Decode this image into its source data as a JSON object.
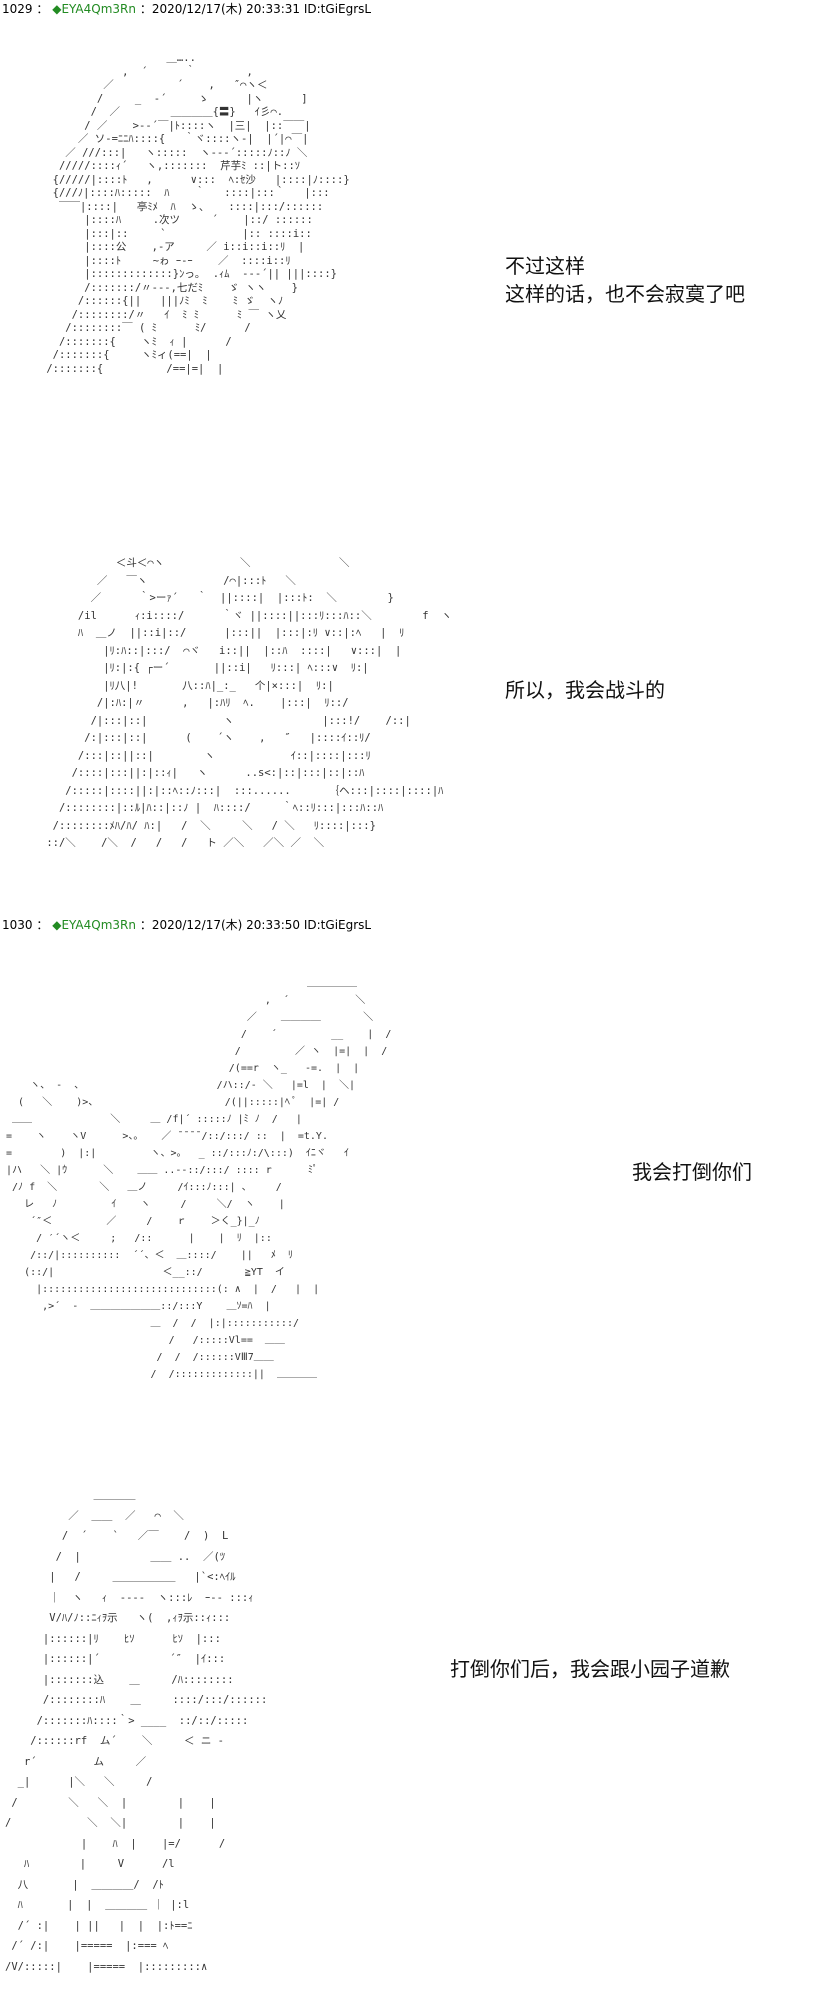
{
  "posts": [
    {
      "number": "1029",
      "separator": "：",
      "name": "◆EYA4Qm3Rn",
      "datetime": "：2020/12/17(木) 20:33:31 ID:tGiEgrsL",
      "panels": [
        {
          "caption_lines": [
            "不过这样",
            "这样的话，也不会寂寞了吧"
          ]
        },
        {
          "caption_lines": [
            "所以，我会战斗的"
          ]
        }
      ]
    },
    {
      "number": "1030",
      "separator": "：",
      "name": "◆EYA4Qm3Rn",
      "datetime": "：2020/12/17(木) 20:33:50 ID:tGiEgrsL",
      "panels": [
        {
          "caption_lines": [
            "我会打倒你们"
          ]
        },
        {
          "caption_lines": [
            "打倒你们后，我会跟小园子道歉"
          ]
        }
      ]
    }
  ],
  "ascii_art": {
    "panel1": "                    ＿…..\n             ,  ´      ｀        ,\n          ／          ´    ,   ″⌒ヽ＜\n         /     _  -´     ゝ      |ヽ      ]\n        /  ／        ＿＿＿＿{〓}   ｲ彡⌒.\n       / ／    >--´￣|ﾄ::::ヽ  |三|  |::￣￣|\n      ／ ソ-=ﾆﾆﾊ::::{   ｀ヾ::::ヽ-|  |´|⌒￣|\n    ／ ///:::|   ヽ:::::  ヽ---´:::::ﾉ::ﾉ ＼\n   /////::::ｨ´   ヽ,:::::::  芹芋ﾐ ::|ト::ｿ\n  {/////|::::ﾄ   ,      ∨:::  ﾍ:ｾ沙   |::::|ﾉ::::}\n  {///ﾉ|::::ﾊ:::::  ﾊ    ｀   ::::|:::｀   |:::\n   ￣￣|::::|   亭ﾐﾒ  ﾊ  ゝ、   ::::|:::/::::::\n       |::::ﾊ     .次ツ     ´    |::/ ::::::\n       |:::|::     `            |:: ::::i::\n       |::::公    ,-ア     ／ i::i::i::ﾘ  |\n       |::::ﾄ     ~ゎ ｰ-ｰ    ／  ::::i::ﾘ\n       |:::::::::::::}ﾝっ｡  .ｨﾑ  ---´|| |||::::}\n       /:::::::/〃---,七だﾐ    ゞ ヽヽ    }\n      /::::::{||   |||ﾉﾐ  ﾐ    ﾐ ゞ  ヽﾉ\n     /::::::::/〃   ｲ  ﾐ ﾐ      ﾐ ￣ ヽ乂\n    /::::::::￣ ( ﾐ      ﾐ/      /\n   /:::::::{    ヽﾐ  ｨ |      /\n  /:::::::{     ヽﾐィ(==|  |\n /:::::::{          /==|=|  |",
    "panel2": "            ＜斗＜⌒ヽ            ＼              ＼\n         ／   ￣ヽ            /⌒|:::ﾄ   ＼\n        ／      ｀>ーｧ´   ｀  ||::::|  |:::ﾄ:  ＼        }\n      /il      ｨ:i::::/      ｀ヾ ||::::||:::ﾘ:::ﾊ::＼        f  ヽ\n      ﾊ  ＿ノ  ||::i|::/      |:::||  |:::|:ﾘ ∨::|:ﾍ   |  ﾘ\n          |ﾘ:ﾊ::|:::/  ⌒ヾ   i::||  |::ﾊ  ::::|   ∨:::|  |\n          |ﾘ:|:{ ┌ー´       ||::i|   ﾘ:::| ﾍ:::∨  ﾘ:|\n          |ﾘ八|!       八::ﾊ|_:_   个|×:::|  ﾘ:|\n         /|:ﾊ:|〃      ,   |:ﾊﾘ  ﾍ.    |:::|  ﾘ::/\n        /|:::|::|            ヽ              |:::!/    /::|\n       /:|:::|::|      (    ´ヽ    ,   ″   |::::ｲ::ﾘ/\n      /:::|::||::|        ヽ            ｲ::|::::|:::ﾘ\n     /::::|:::||:|::ｨ|   ヽ      ..s<:|::|:::|::|::ﾊ\n    /:::::|::::||:|::ﾍ::ﾉ:::|  :::......      ｛ヘ:::|::::|::::|ﾊ\n   /::::::::|::ﾙ|ﾊ::|::ﾉ |  ﾊ::::/     ｀ﾍ::ﾘ:::|:::ﾊ::ﾊ\n  /::::::::ﾒﾊ/ﾊ/ ﾊ:|   /  ＼     ＼   / ＼   ﾘ::::|:::}\n ::/＼    /＼  /   /   /   ト ／＼   ／＼ ／  ＼",
    "panel3": "                                                   ＿＿＿＿＿\n                                            ,  ´           ＼\n                                         ／    ＿＿＿＿       ＼\n                                        /    ´         __    |  /\n                                       /         ／ ヽ  |=|  |  /\n                                      /(==r  ヽ_   -=.  |  |\n     ヽ、 -  、                      /ハ::/- ＼   |=l  |  ＼|\n   (   ＼    )>、                     /(||:::::|ﾍ ﾟ  |=| /\n  ＿＿             ＼     ＿ /f|´ :::::ﾉ |ﾐ ﾉ  /   |\n =    ヽ    ヽV      >、。   ／ ̄ ̄ ̄ ̄ /::/:::/ ::  |  =t.Y.\n =        )  |:|         ヽ、>。  _ ::/:::ﾉ:/\\:::)  ｲﾆヾ   ｲ\n |ハ   ＼ |ｳ      ＼    ＿＿ ..--::/:::/ :::: r      ﾐﾟ\n  /ﾉ f  ＼       ＼   ＿ノ     /ｲ:::ﾉ:::| 、    /\n    レ   ﾉ         ｲ    ヽ     /     ＼/  ヽ    |\n     ´″＜         ／     /    ｒ    ＞く_}|_ﾉ\n      / ′´ヽ＜     ;   /::      |    |  ﾘ  |::\n     /::/|::::::::::  ´´、＜  ＿::::/    ||   ﾒ  ﾘ\n    (::/|                  ＜__::/       ≧YT  イ\n      |:::::::::::::::::::::::::::::(: ∧  |  /   |  |\n       ,>´  -  ＿＿＿＿＿＿＿::/:::Y    ＿ｿ=ﾊ  |\n                         ＿  /  /  |:|:::::::::::/\n                            /   /:::::Vl==  ＿＿\n                          /  /  /::::::VⅢ7＿＿\n                         /  /:::::::::::::||  ＿＿＿＿",
    "panel4": "              ＿＿＿＿\n          ／  ＿＿  ／   ⌒  ＼\n         /  ´    `   ／￣    /  )  L\n        /  |           ＿＿ ..  ／(ﾂ\n       |   /     ＿＿＿＿＿＿   |`<:ﾍｲﾙ\n       ｜  ヽ   ｨ  ----  ヽ:::ﾚ  ｰ-- :::ｨ\n       V/ﾊ/ﾉ::ﾆｨｦ示   ヽ(  ,ｨｦ示::ｨ:::\n      |::::::|ﾘ    ﾋｿ      ﾋｿ  |:::\n      |::::::|´           ´″  |ｲ:::\n      |:::::::込    ＿     /ﾊ::::::::\n      /::::::::ﾊ    ＿     ::::/:::/::::::\n     /:::::::ﾊ::::｀> ____  ::/::/:::::\n    /::::::rf  ム´    ＼     ＜ ニ -\n   r´         ム     ／\n  _|      |＼   ＼     /\n /        ＼   ＼  |        |    |\n/            ＼  ＼|        |    |\n            |    ﾊ  |    |=/      /\n   ﾊ        |     V      /l\n  八       |  ＿＿＿＿/  /ﾄ\n  ﾊ       |  |  ＿＿＿＿ ｜ |:l\n  /´ :|    | ||   |  |  |:ﾄ==ﾆ\n /´ /:|    |=====  |:=== ﾍ\n/V/:::::|    |=====  |:::::::::∧"
  }
}
